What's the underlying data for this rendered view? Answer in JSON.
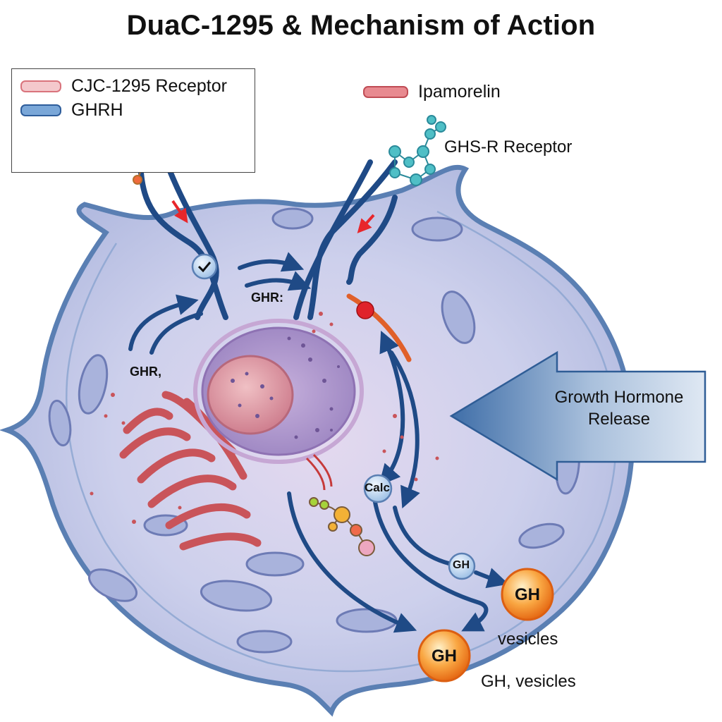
{
  "title": "DuaC-1295 & Mechanism of Action",
  "legend": {
    "items": [
      {
        "label": "CJC-1295 Receptor",
        "color": "#e7a0a6"
      },
      {
        "label": "GHRH",
        "color": "#3b6fae"
      }
    ]
  },
  "labels": {
    "ipamorelin": "Ipamorelin",
    "ghs_r_receptor": "GHS-R Receptor",
    "ghr_top": "GHR:",
    "ghr_left": "GHR,",
    "calc": "Calc",
    "gh_small": "GH",
    "gh_vesicle_right": "GH",
    "gh_vesicle_left": "GH",
    "vesicles": "vesicles",
    "gh_vesicles": "GH, vesicles",
    "growth_hormone_release": "Growth Hormone Release"
  },
  "colors": {
    "membrane": "#5a7fb3",
    "cytoplasm": "#c9cdeb",
    "nucleus": "#b89fcf",
    "nucleolus": "#d9939f",
    "er": "#c9545a",
    "receptor": "#1f4a86",
    "vesicle": "#f59a36",
    "accent_red": "#e8262b"
  }
}
